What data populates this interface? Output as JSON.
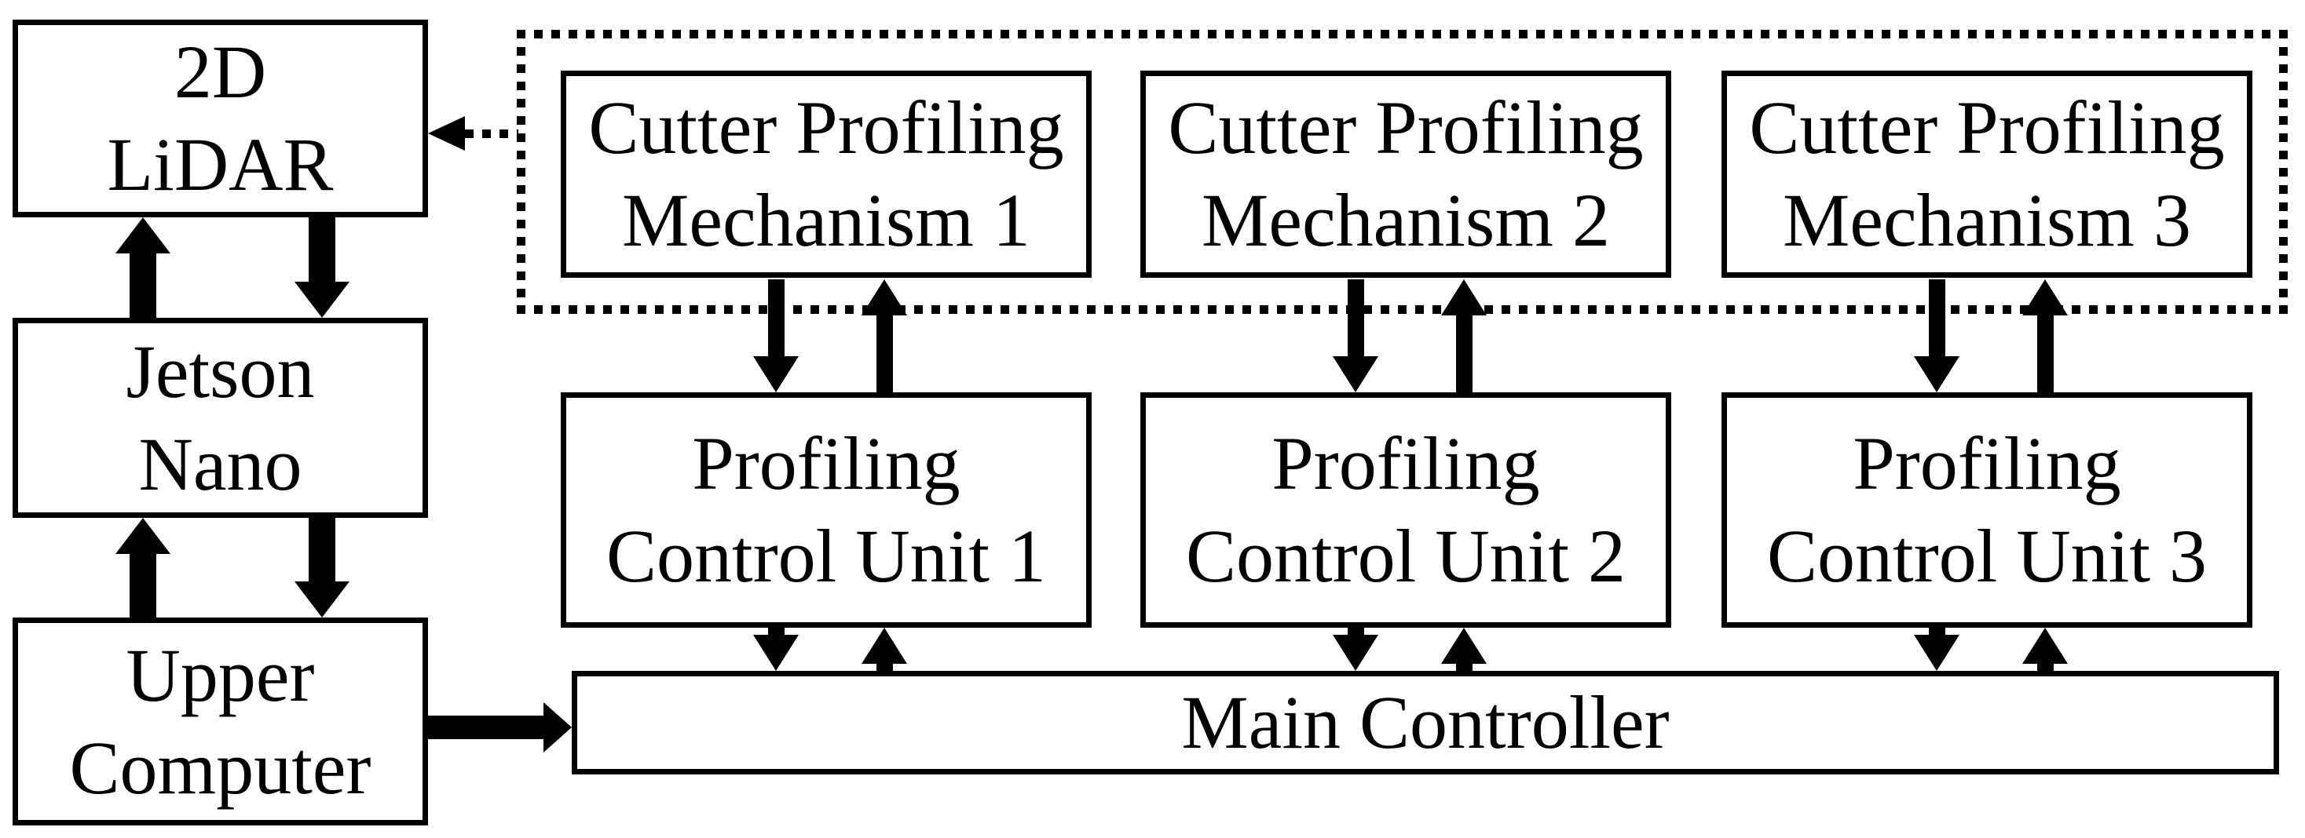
{
  "colors": {
    "ink": "#000000",
    "background": "#ffffff"
  },
  "left_column": {
    "lidar": {
      "line1": "2D",
      "line2": "LiDAR"
    },
    "jetson_nano": {
      "line1": "Jetson",
      "line2": "Nano"
    },
    "upper_computer": {
      "line1": "Upper",
      "line2": "Computer"
    }
  },
  "mechanism_group": {
    "mechanisms": [
      {
        "line1": "Cutter Profiling",
        "line2": "Mechanism 1"
      },
      {
        "line1": "Cutter Profiling",
        "line2": "Mechanism 2"
      },
      {
        "line1": "Cutter Profiling",
        "line2": "Mechanism 3"
      }
    ]
  },
  "control_units": [
    {
      "line1": "Profiling",
      "line2": "Control Unit 1"
    },
    {
      "line1": "Profiling",
      "line2": "Control Unit 2"
    },
    {
      "line1": "Profiling",
      "line2": "Control Unit 3"
    }
  ],
  "main_controller": {
    "label": "Main Controller"
  }
}
